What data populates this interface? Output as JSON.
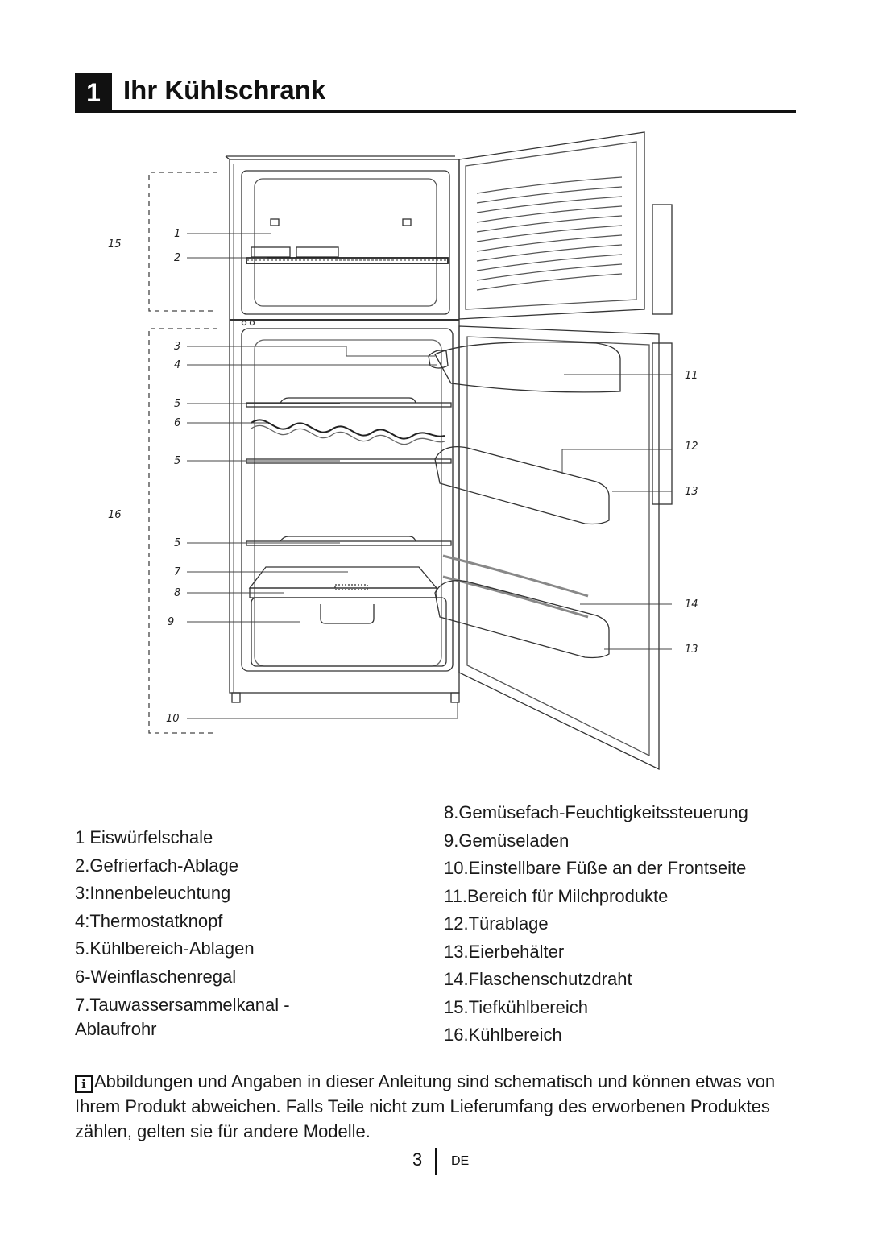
{
  "header": {
    "section_number": "1",
    "title": "Ihr Kühlschrank"
  },
  "diagram": {
    "callouts": [
      "1",
      "2",
      "3",
      "4",
      "5",
      "6",
      "5",
      "5",
      "7",
      "8",
      "9",
      "10",
      "11",
      "12",
      "13",
      "14",
      "13",
      "15",
      "16"
    ]
  },
  "legend": {
    "left": [
      "1 Eiswürfelschale",
      "2.Gefrierfach-Ablage",
      "3:Innenbeleuchtung",
      "4:Thermostatknopf",
      "5.Kühlbereich-Ablagen",
      "6-Weinflaschenregal",
      "7.Tauwassersammelkanal - Ablaufrohr"
    ],
    "right": [
      "8.Gemüsefach-Feuchtigkeitssteuerung",
      "9.Gemüseladen",
      "10.Einstellbare Füße an der Frontseite",
      "11.Bereich für Milchprodukte",
      "12.Türablage",
      "13.Eierbehälter",
      "14.Flaschenschutzdraht",
      "15.Tiefkühlbereich",
      "16.Kühlbereich"
    ]
  },
  "note": {
    "icon": "info-icon",
    "text": "Abbildungen und Angaben in dieser Anleitung sind schematisch und können etwas von Ihrem Produkt abweichen. Falls Teile nicht zum Lieferumfang des erworbenen Produktes zählen, gelten sie für andere Modelle."
  },
  "footer": {
    "page_number": "3",
    "language": "DE"
  }
}
